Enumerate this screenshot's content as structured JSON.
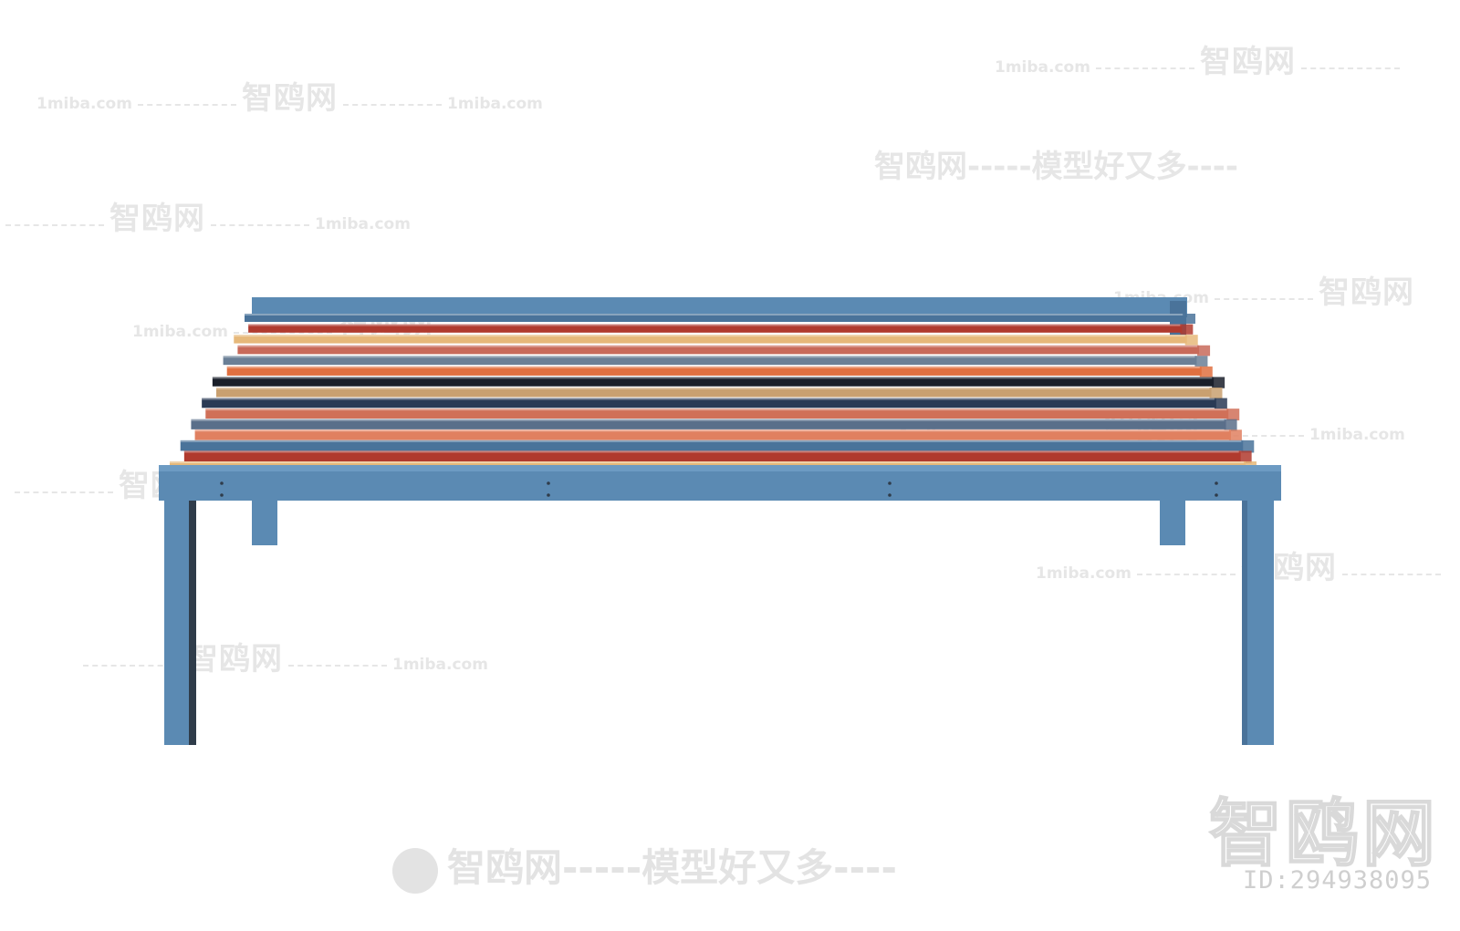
{
  "watermarks": {
    "site": "1miba.com",
    "brand": "智鸥网",
    "slogan_full": "智鸥网-----模型好又多----",
    "slogan_mid": "智鸥网-----模型好又多----",
    "id_label": "ID:294938095"
  },
  "bench": {
    "frame_color": "#5b8ab3",
    "frame_dark": "#2f3c4a",
    "slat_colors": [
      "#4a739a",
      "#b03a2e",
      "#e6b87a",
      "#c86a5a",
      "#6a7f96",
      "#e07040",
      "#1a1f2a",
      "#c9a070",
      "#2a3a55",
      "#d07058",
      "#5a6f8a",
      "#e08060"
    ]
  }
}
